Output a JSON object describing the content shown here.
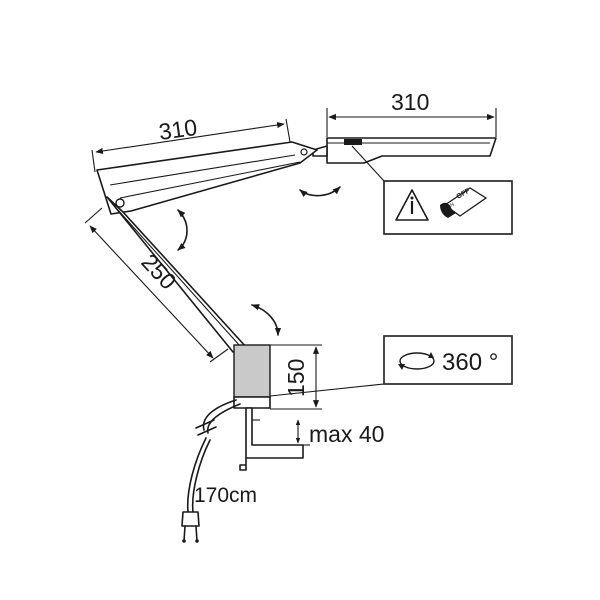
{
  "dimensions": {
    "upper_arm": "310",
    "head": "310",
    "lower_arm": "250",
    "base_height": "150",
    "clamp_max": "max 40",
    "cable_length": "170cm"
  },
  "rotation_box": {
    "label": "360 °"
  },
  "info_box": {
    "switch_text": "OFF",
    "switch_text_2": "ON"
  },
  "icons": {
    "info": "info-triangle-icon",
    "switch": "touch-switch-icon",
    "rotate": "rotate-360-icon",
    "plug": "power-plug-icon"
  }
}
